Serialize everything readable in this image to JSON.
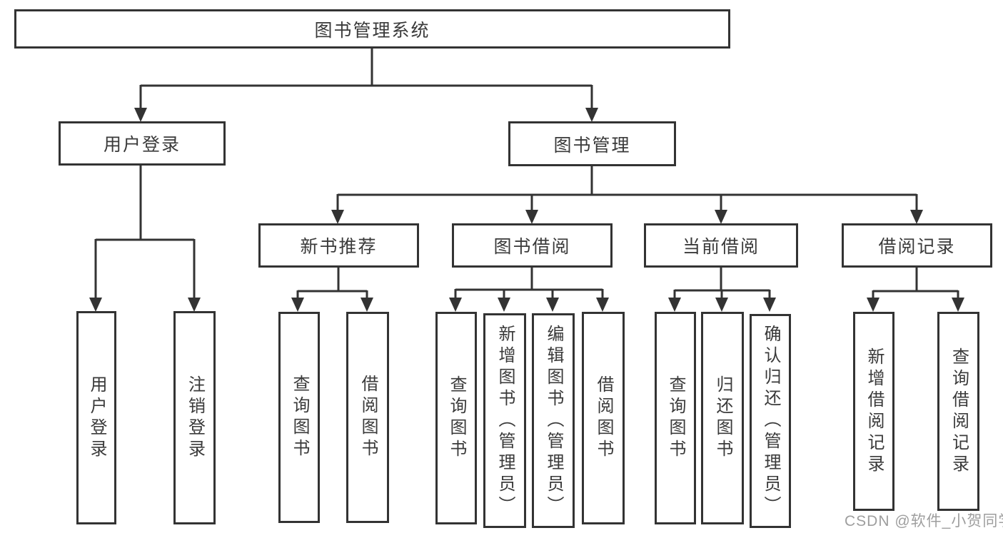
{
  "diagram": {
    "root": "图书管理系统",
    "user": {
      "label": "用户登录",
      "children": [
        "用户登录",
        "注销登录"
      ]
    },
    "mgmt": {
      "label": "图书管理"
    },
    "new_book": {
      "label": "新书推荐",
      "children": [
        "查询图书",
        "借阅图书"
      ]
    },
    "borrow": {
      "label": "图书借阅",
      "children": [
        "查询图书",
        "新增图书（管理员）",
        "编辑图书（管理员）",
        "借阅图书"
      ]
    },
    "current": {
      "label": "当前借阅",
      "children": [
        "查询图书",
        "归还图书",
        "确认归还（管理员）"
      ]
    },
    "record": {
      "label": "借阅记录",
      "children": [
        "新增借阅记录",
        "查询借阅记录"
      ]
    }
  },
  "watermark": {
    "text": "CSDN @软件_小贺同学"
  },
  "colors": {
    "line": "#333333",
    "box_border": "#333333",
    "box_bg": "#ffffff",
    "text": "#3a3a3a",
    "watermark": "#9e9e9e",
    "background": "#ffffff"
  }
}
